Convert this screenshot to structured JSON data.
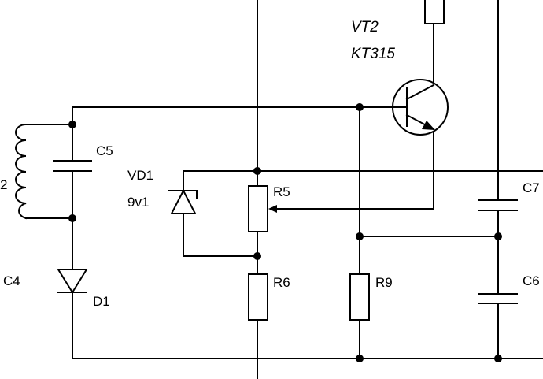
{
  "labels": {
    "vt2": "VT2",
    "kt315": "KT315",
    "c5": "C5",
    "vd1": "VD1",
    "vd1_value": "9v1",
    "r5": "R5",
    "r6": "R6",
    "r9": "R9",
    "c7": "C7",
    "c6": "C6",
    "c4": "C4",
    "d1": "D1",
    "l_fragment": "2"
  }
}
